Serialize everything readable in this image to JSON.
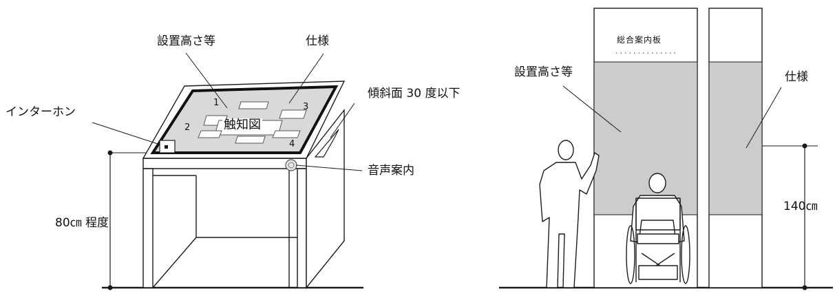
{
  "left_figure": {
    "label_setting_height": "設置高さ等",
    "label_spec": "仕様",
    "label_intercom": "インターホン",
    "label_tilt": "傾斜面 30 度以下",
    "label_tactile_map": "触知図",
    "label_audio_guide": "音声案内",
    "label_height": "80㎝ 程度",
    "map_numbers": [
      "1",
      "2",
      "3",
      "4"
    ]
  },
  "right_figure": {
    "label_board_title": "総合案内板",
    "label_setting_height": "設置高さ等",
    "label_spec": "仕様",
    "label_height": "140㎝"
  },
  "colors": {
    "line": "#1a1a1a",
    "panel_fill": "#cccccc",
    "map_fill": "#d9d9d9",
    "background": "#ffffff"
  }
}
